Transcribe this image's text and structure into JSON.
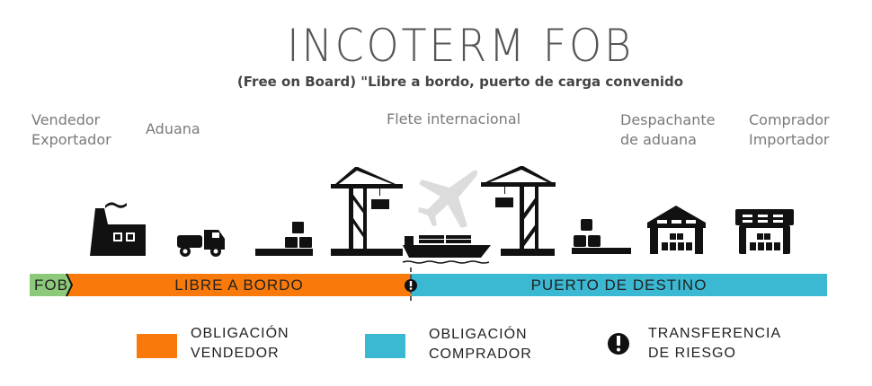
{
  "title": "INCOTERM FOB",
  "subtitle": "(Free on Board) \"Libre a bordo, puerto de carga convenido",
  "roles": {
    "seller": [
      "Vendedor",
      "Exportador"
    ],
    "customs": "Aduana",
    "freight": "Flete internacional",
    "broker": [
      "Despachante",
      "de aduana"
    ],
    "buyer": [
      "Comprador",
      "Importador"
    ]
  },
  "bar": {
    "tag": "FOB",
    "seller_segment": "LIBRE A BORDO",
    "buyer_segment": "PUERTO DE DESTINO"
  },
  "legend": {
    "seller": [
      "OBLIGACIÓN",
      "VENDEDOR"
    ],
    "buyer": [
      "OBLIGACIÓN",
      "COMPRADOR"
    ],
    "risk": [
      "TRANSFERENCIA",
      "DE RIESGO"
    ]
  },
  "colors": {
    "tag": "#8dc97a",
    "seller": "#f97a0a",
    "buyer": "#3bb9d3",
    "icon": "#111111",
    "plane": "#dcdcdc"
  }
}
